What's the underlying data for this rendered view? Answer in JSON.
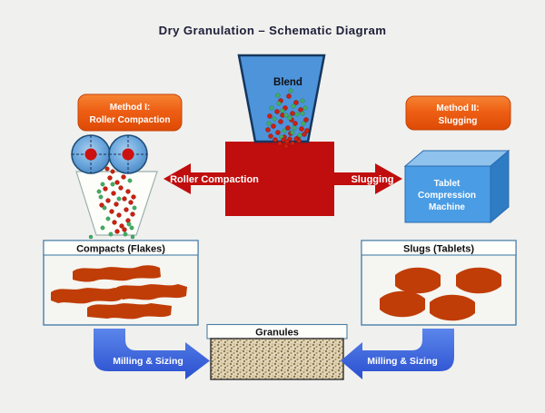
{
  "title": "Dry Granulation – Schematic Diagram",
  "colors": {
    "background": "#f0f0ee",
    "title_text": "#20203a",
    "badge_orange": "#e9530e",
    "process_red": "#c00d0d",
    "blend_blue": "#4d94db",
    "machine_front_blue": "#4a9ce4",
    "machine_top_blue": "#8fc2ec",
    "machine_side_blue": "#2d7cc4",
    "milling_arrow_blue": "#3a63d6",
    "flake_rust": "#c03d07",
    "box_border_blue": "#4a7fa8",
    "particle_red": "#cc2010",
    "particle_green": "#3fae62"
  },
  "blend_hopper": {
    "label": "Blend"
  },
  "method1_badge": {
    "line1": "Method I:",
    "line2": "Roller Compaction"
  },
  "method2_badge": {
    "line1": "Method II:",
    "line2": "Slugging"
  },
  "process_box": {
    "left_arrow_label": "Roller Compaction",
    "right_arrow_label": "Slugging"
  },
  "machine": {
    "line1": "Tablet",
    "line2": "Compression",
    "line3": "Machine"
  },
  "compacts_box": {
    "title": "Compacts (Flakes)"
  },
  "slugs_box": {
    "title": "Slugs (Tablets)"
  },
  "granules_box": {
    "title": "Granules"
  },
  "milling_left_arrow": {
    "label": "Milling & Sizing"
  },
  "milling_right_arrow": {
    "label": "Milling & Sizing"
  }
}
